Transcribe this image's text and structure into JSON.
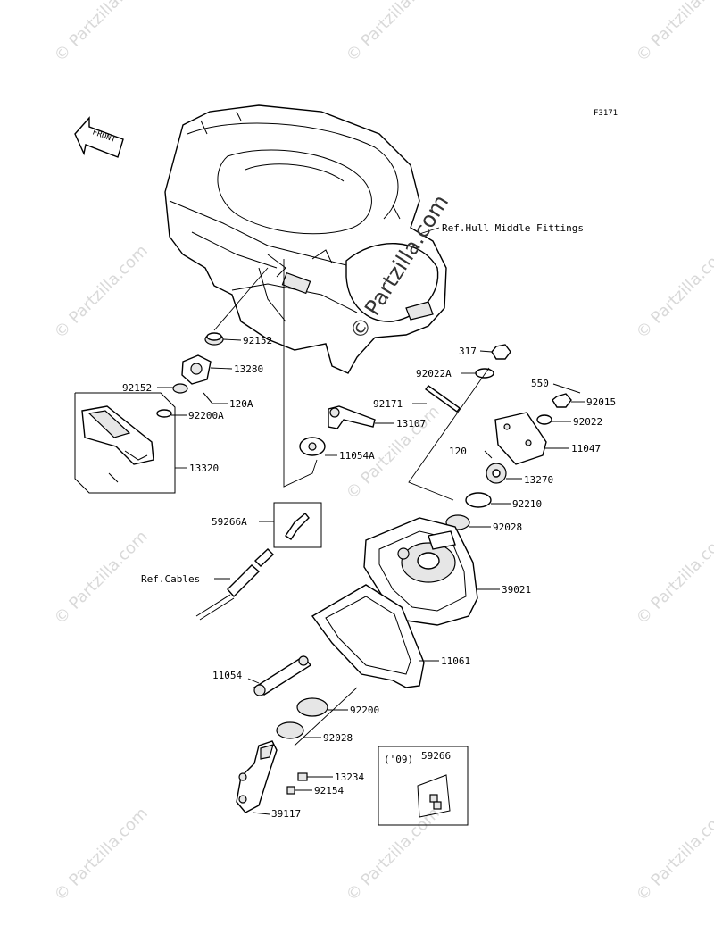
{
  "figure_code": "F3171",
  "front_label": "FRONT",
  "watermark": "© Partzilla.com",
  "center_watermark": "© Partzilla.com",
  "labels": {
    "ref_hull": "Ref.Hull Middle Fittings",
    "p92152a": "92152",
    "p13280": "13280",
    "p92152b": "92152",
    "p120a": "120A",
    "p92200a": "92200A",
    "p13320": "13320",
    "p13107": "13107",
    "p11054a": "11054A",
    "p59266a": "59266A",
    "ref_cables": "Ref.Cables",
    "p317": "317",
    "p92022a": "92022A",
    "p92171": "92171",
    "p550": "550",
    "p92015": "92015",
    "p92022": "92022",
    "p11047": "11047",
    "p120": "120",
    "p13270": "13270",
    "p92210": "92210",
    "p92028a": "92028",
    "p39021": "39021",
    "p11061": "11061",
    "p11054": "11054",
    "p92200": "92200",
    "p92028b": "92028",
    "p13234": "13234",
    "p92154": "92154",
    "p39117": "39117",
    "year": "('09)",
    "p59266": "59266"
  }
}
